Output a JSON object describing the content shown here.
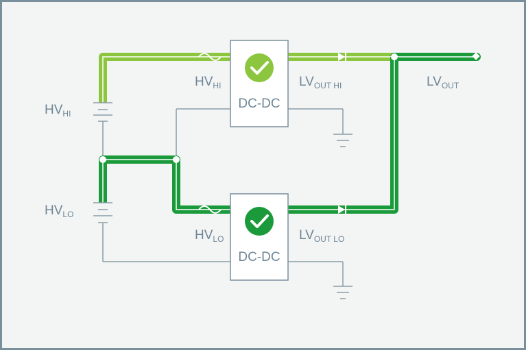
{
  "colors": {
    "frame": "#7a8f9c",
    "background": "#f3f5f5",
    "wire": "#8a9ba6",
    "path_light": "#8cc63f",
    "path_dark": "#1a9a3a",
    "box_fill": "#ffffff",
    "box_stroke": "#7a8f9c",
    "label": "#6f8696"
  },
  "labels": {
    "hv_hi_battery": {
      "main": "HV",
      "sub": "HI"
    },
    "hv_lo_battery": {
      "main": "HV",
      "sub": "LO"
    },
    "hv_hi_input": {
      "main": "HV",
      "sub": "HI"
    },
    "hv_lo_input": {
      "main": "HV",
      "sub": "LO"
    },
    "lv_out_hi": {
      "main": "LV",
      "sub": "OUT HI"
    },
    "lv_out_lo": {
      "main": "LV",
      "sub": "OUT LO"
    },
    "lv_out": {
      "main": "LV",
      "sub": "OUT"
    }
  },
  "converters": {
    "top": {
      "label": "DC-DC",
      "status_icon": "checkmark-icon"
    },
    "bottom": {
      "label": "DC-DC",
      "status_icon": "checkmark-icon"
    }
  },
  "icons": {
    "fuse": "fuse-icon",
    "diode": "diode-icon",
    "ground": "ground-icon",
    "battery": "battery-icon"
  }
}
